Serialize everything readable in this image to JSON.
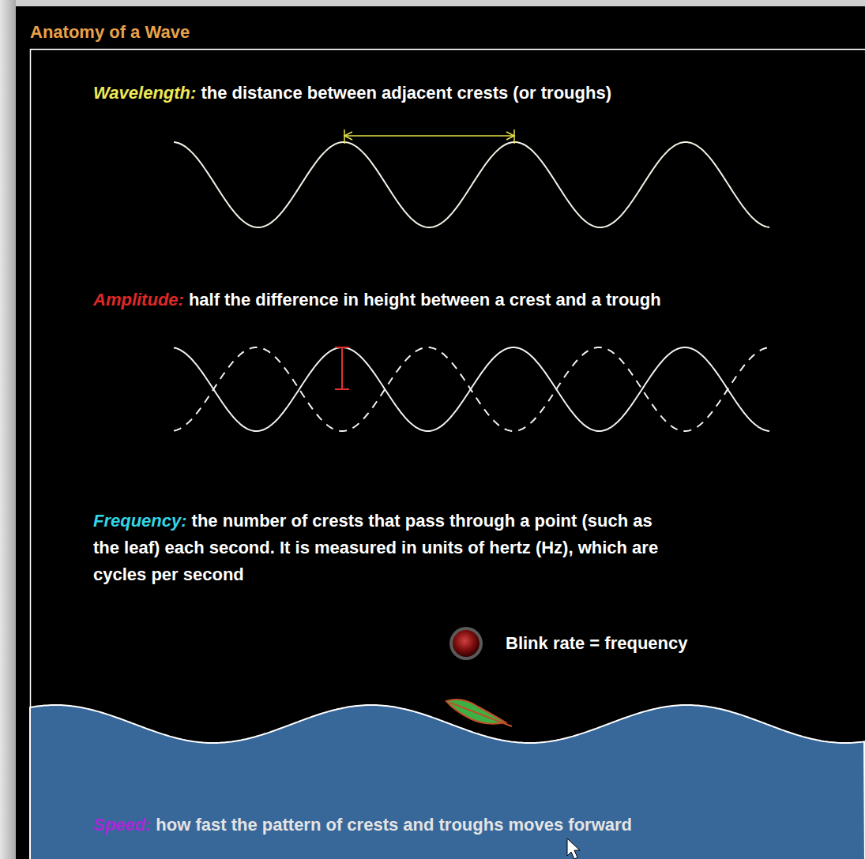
{
  "diagram": {
    "title": "Anatomy of a Wave",
    "labels": [
      "Wavelength:",
      "the distance between adjacent crests (or troughs)",
      "Amplitude:",
      "half the difference in height between a crest and a trough",
      "Frequency:",
      "the number of crests that pass through a point (such as the leaf) each second. It is measured in units of hertz (Hz), which are cycles per second",
      "Blink rate = frequency",
      "Speed:",
      "how fast the pattern of crests and troughs moves forward"
    ]
  }
}
